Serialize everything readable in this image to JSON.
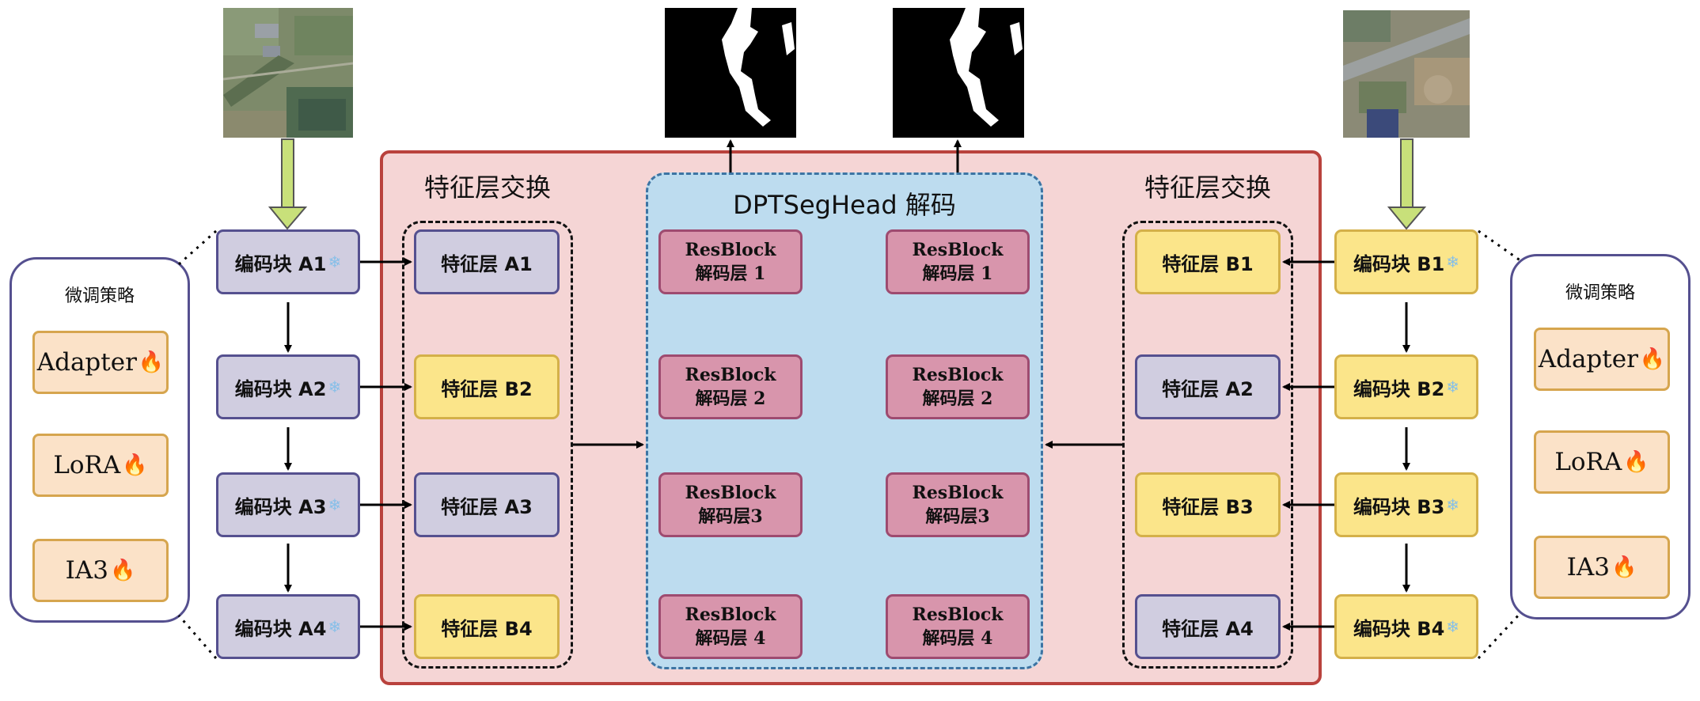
{
  "left": {
    "encoders": [
      "编码块 A1",
      "编码块 A2",
      "编码块 A3",
      "编码块 A4"
    ],
    "swap_title": "特征层交换",
    "features": [
      "特征层 A1",
      "特征层 B2",
      "特征层 A3",
      "特征层 B4"
    ],
    "feature_colors": [
      "purple",
      "yellow",
      "purple",
      "yellow"
    ],
    "strategy": {
      "title": "微调策略",
      "items": [
        "Adapter",
        "LoRA",
        "IA3"
      ]
    }
  },
  "right": {
    "encoders": [
      "编码块 B1",
      "编码块 B2",
      "编码块 B3",
      "编码块 B4"
    ],
    "swap_title": "特征层交换",
    "features": [
      "特征层 B1",
      "特征层 A2",
      "特征层 B3",
      "特征层 A4"
    ],
    "feature_colors": [
      "yellow",
      "purple",
      "yellow",
      "purple"
    ],
    "strategy": {
      "title": "微调策略",
      "items": [
        "Adapter",
        "LoRA",
        "IA3"
      ]
    }
  },
  "decoder": {
    "title": "DPTSegHead 解码",
    "left_column": [
      {
        "top": "ResBlock",
        "bottom": "解码层 1"
      },
      {
        "top": "ResBlock",
        "bottom": "解码层 2"
      },
      {
        "top": "ResBlock",
        "bottom": "解码层3"
      },
      {
        "top": "ResBlock",
        "bottom": "解码层 4"
      }
    ],
    "right_column": [
      {
        "top": "ResBlock",
        "bottom": "解码层 1"
      },
      {
        "top": "ResBlock",
        "bottom": "解码层 2"
      },
      {
        "top": "ResBlock",
        "bottom": "解码层3"
      },
      {
        "top": "ResBlock",
        "bottom": "解码层 4"
      }
    ]
  },
  "icons": {
    "frozen": "snowflake-icon",
    "trainable": "fire-icon"
  },
  "colors": {
    "frame_fill": "#f5d5d5",
    "frame_border": "#b9423d",
    "decoder_fill": "#bddcef",
    "decoder_border": "#3d74a3",
    "encoder_a": "#d0cde0",
    "encoder_b": "#fbe58a",
    "resblock": "#d895ac",
    "strategy": "#fbe2c8",
    "input_arrow": "#c8e07a"
  }
}
